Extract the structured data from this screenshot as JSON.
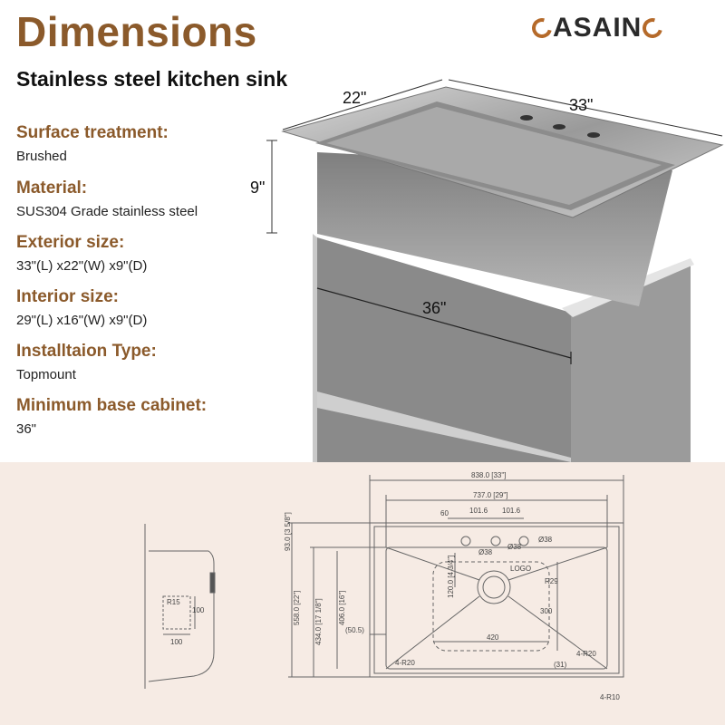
{
  "header": {
    "title": "Dimensions",
    "subtitle": "Stainless steel kitchen sink",
    "brand_left": "C",
    "brand_mid": "ASAIN",
    "brand_right": "C"
  },
  "specs": [
    {
      "label": "Surface treatment:",
      "value": "Brushed"
    },
    {
      "label": "Material:",
      "value": "SUS304 Grade stainless steel"
    },
    {
      "label": "Exterior size:",
      "value": "33\"(L) x22\"(W) x9\"(D)"
    },
    {
      "label": "Interior size:",
      "value": "29\"(L) x16\"(W) x9\"(D)"
    },
    {
      "label": "Installtaion Type:",
      "value": "Topmount"
    },
    {
      "label": "Minimum base cabinet:",
      "value": "36\""
    }
  ],
  "photo_dims": {
    "width": "22\"",
    "length": "33\"",
    "depth": "9\"",
    "cabinet": "36\""
  },
  "drawing": {
    "overall_length": "838.0 [33\"]",
    "inner_length": "737.0 [29\"]",
    "hole_offset": "60",
    "hole_spacing_1": "101.6",
    "hole_spacing_2": "101.6",
    "hole_d1": "Ø38",
    "hole_d2": "Ø38",
    "hole_d3": "Ø38",
    "deck_depth": "93.0 [3 5/8\"]",
    "overall_width": "558.0 [22\"]",
    "basin_width": "434.0 [17 1/8\"]",
    "inner_width": "406.0 [16\"]",
    "drain_offset": "120.0 [4 3/4\"]",
    "logo": "LOGO",
    "r29": "R29",
    "bottom_width": "420",
    "bottom_height": "300",
    "side_gap": "(50.5)",
    "corner_left": "4-R20",
    "corner_right": "4-R20",
    "front_gap": "(31)",
    "outer_corner": "4-R10",
    "side_r15": "R15",
    "side_100a": "100",
    "side_100b": "100"
  },
  "colors": {
    "accent": "#8b5a2b",
    "brand_ring": "#b56a2a",
    "drawing_bg": "#f6ebe4"
  }
}
